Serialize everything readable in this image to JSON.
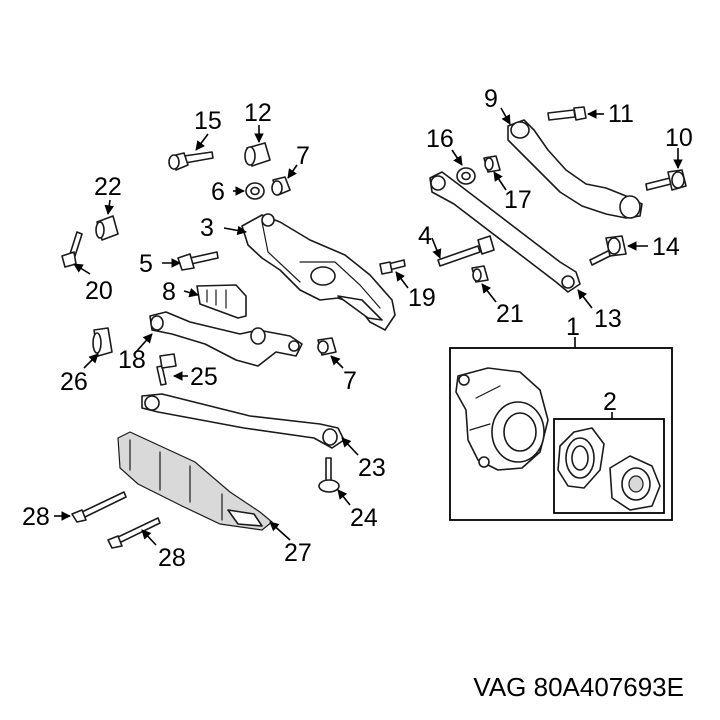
{
  "callouts": {
    "c1": "1",
    "c2": "2",
    "c3": "3",
    "c4": "4",
    "c5": "5",
    "c6": "6",
    "c7a": "7",
    "c7b": "7",
    "c8": "8",
    "c9": "9",
    "c10": "10",
    "c11": "11",
    "c12": "12",
    "c13": "13",
    "c14": "14",
    "c15": "15",
    "c16": "16",
    "c17": "17",
    "c18": "18",
    "c19": "19",
    "c20": "20",
    "c21": "21",
    "c22": "22",
    "c23": "23",
    "c24": "24",
    "c25": "25",
    "c26": "26",
    "c27": "27",
    "c28a": "28",
    "c28b": "28"
  },
  "part_reference": "VAG 80A407693E"
}
